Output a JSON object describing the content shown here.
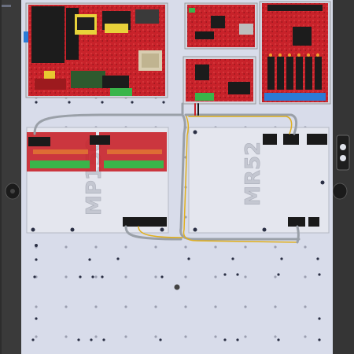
{
  "scene": {
    "kind": "photo of an electrical enclosure back panel with red circuit boards",
    "colors": {
      "frame": "#2d2d2d",
      "panel": "#d8dcea",
      "board_red": "#c8222a",
      "board_dark_red": "#8e1418",
      "terminal_green": "#39b54a",
      "terminal_black": "#1a1a1a",
      "terminal_blue": "#2b7bd6",
      "wire_gray": "#9aa0a8",
      "wire_yellow": "#e0b020",
      "mount_plate": "#e4e6ee"
    }
  },
  "labels": {
    "left_plate": "MP150",
    "right_plate": "MR52"
  }
}
